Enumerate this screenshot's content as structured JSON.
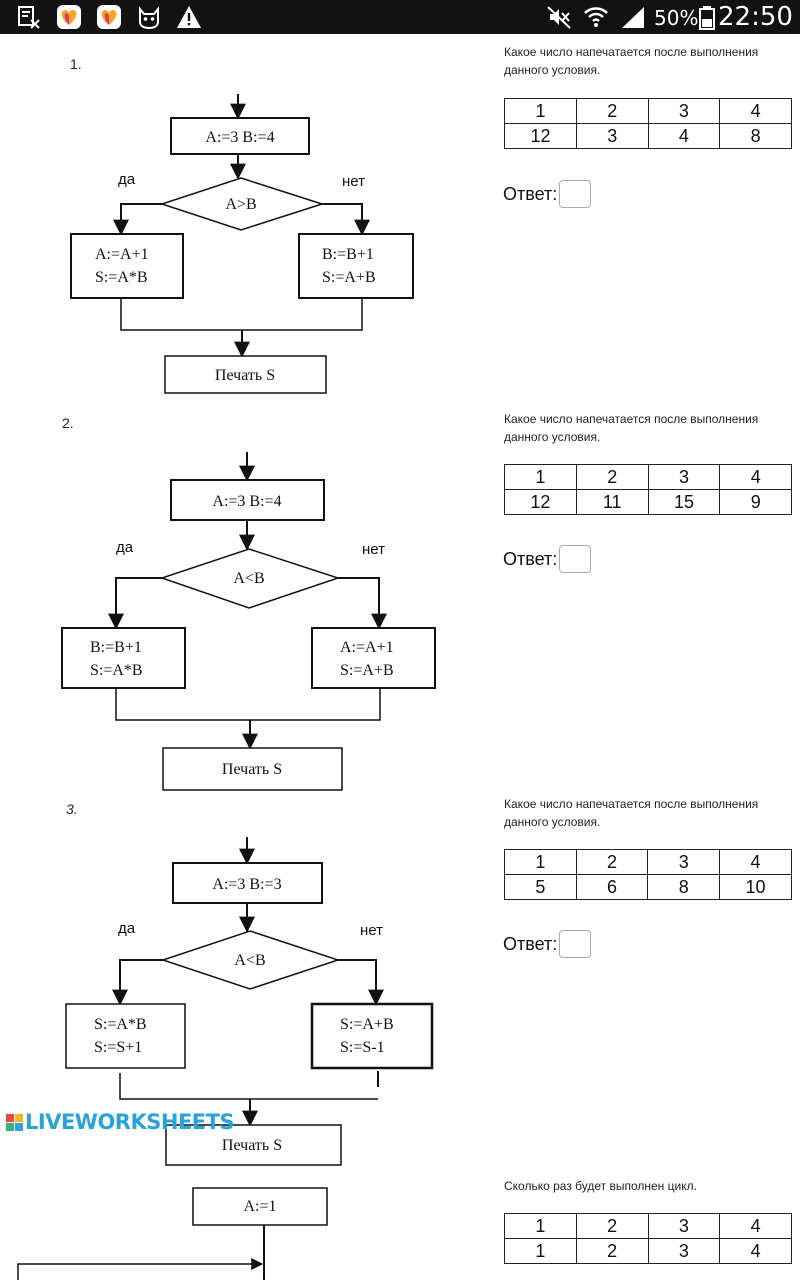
{
  "status_bar": {
    "icons": [
      "dictionary-icon",
      "heart-app-icon",
      "heart-app-icon",
      "cat-app-icon",
      "warning-icon",
      "mute-icon",
      "wifi-icon",
      "signal-icon",
      "battery-icon"
    ],
    "battery": "50%",
    "time": "22:50",
    "background": "#121212"
  },
  "labels": {
    "yes": "да",
    "no": "нет",
    "print": "Печать S",
    "answer": "Ответ:"
  },
  "questions": [
    {
      "number": "1.",
      "prompt": "Какое число напечатается после выполнения данного условия.",
      "flowchart": {
        "init": "A:=3    B:=4",
        "condition": "A>B",
        "yes_lines": [
          "A:=A+1",
          "S:=A*B"
        ],
        "no_lines": [
          "B:=B+1",
          "S:=A+B"
        ]
      },
      "options": {
        "numbers": [
          "1",
          "2",
          "3",
          "4"
        ],
        "values": [
          "12",
          "3",
          "4",
          "8"
        ]
      }
    },
    {
      "number": "2.",
      "prompt": "Какое число напечатается после выполнения данного условия.",
      "flowchart": {
        "init": "A:=3    B:=4",
        "condition": "A<B",
        "yes_lines": [
          "B:=B+1",
          "S:=A*B"
        ],
        "no_lines": [
          "A:=A+1",
          "S:=A+B"
        ]
      },
      "options": {
        "numbers": [
          "1",
          "2",
          "3",
          "4"
        ],
        "values": [
          "12",
          "11",
          "15",
          "9"
        ]
      }
    },
    {
      "number": "3.",
      "prompt": "Какое число напечатается после выполнения данного условия.",
      "flowchart": {
        "init": "A:=3    B:=3",
        "condition": "A<B",
        "yes_lines": [
          "S:=A*B",
          "S:=S+1"
        ],
        "no_lines": [
          "S:=A+B",
          "S:=S-1"
        ]
      },
      "options": {
        "numbers": [
          "1",
          "2",
          "3",
          "4"
        ],
        "values": [
          "5",
          "6",
          "8",
          "10"
        ]
      }
    },
    {
      "prompt": "Сколько раз будет выполнен цикл.",
      "flowchart": {
        "init": "A:=1"
      },
      "options": {
        "numbers": [
          "1",
          "2",
          "3",
          "4"
        ],
        "values": [
          "1",
          "2",
          "3",
          "4"
        ]
      }
    }
  ],
  "watermark": {
    "text": "LIVEWORKSHEETS",
    "color": "#29a3d9"
  }
}
